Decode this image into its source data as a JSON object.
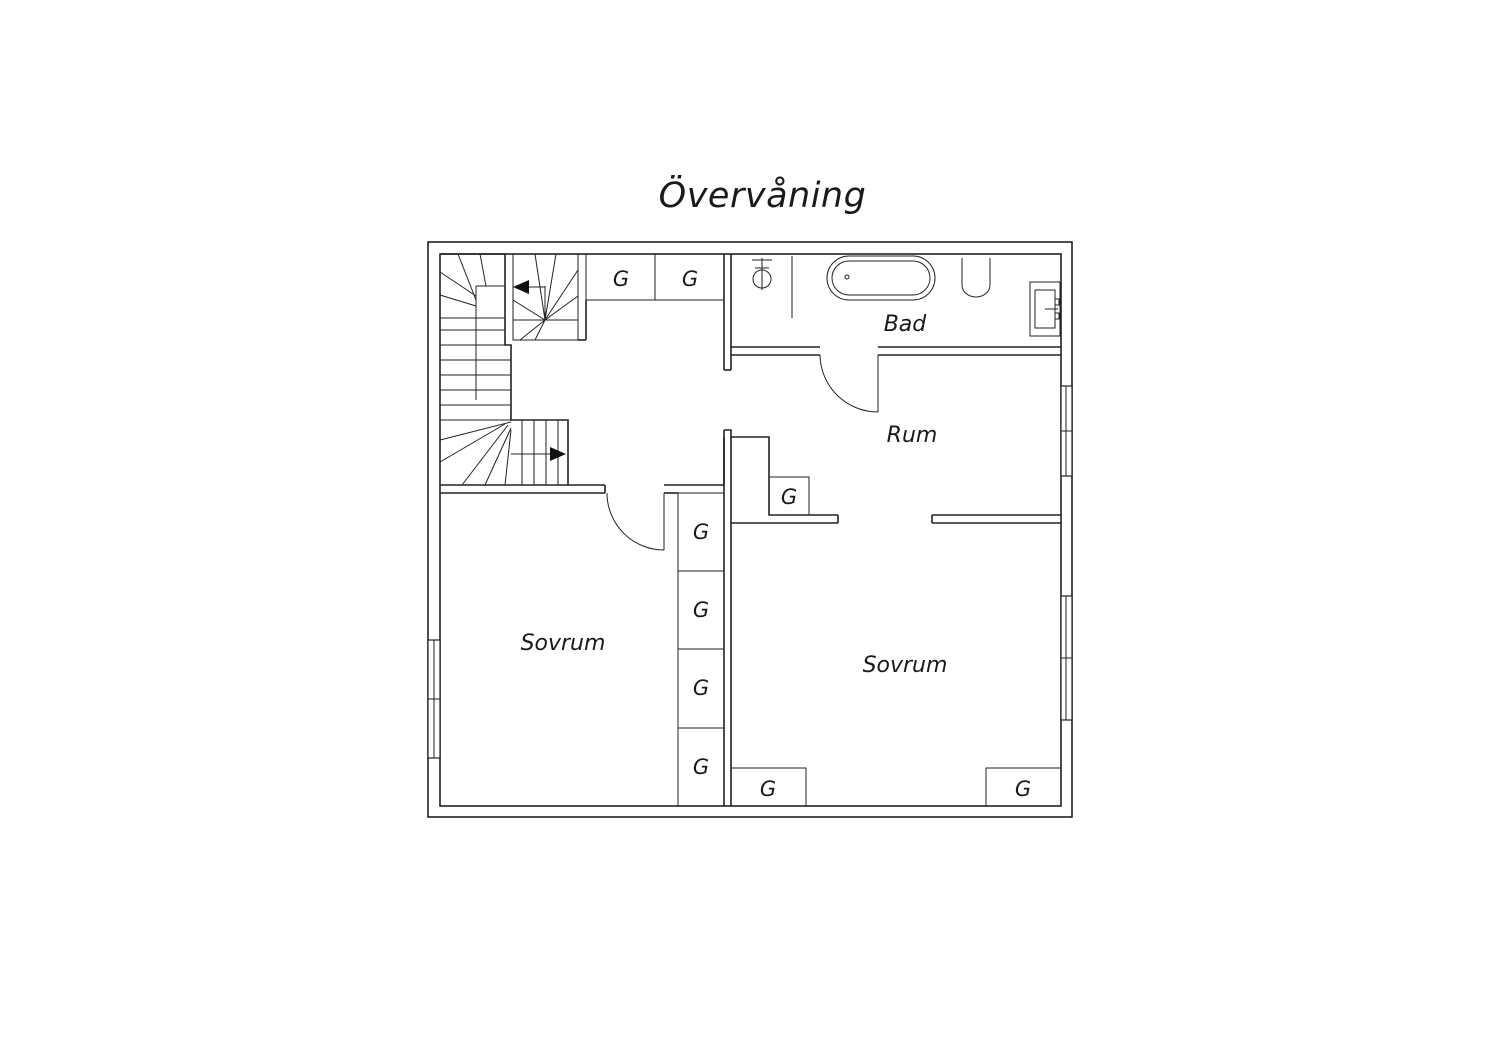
{
  "title": "Övervåning",
  "rooms": {
    "bad": "Bad",
    "rum": "Rum",
    "sovrum_left": "Sovrum",
    "sovrum_right": "Sovrum"
  },
  "closet_label": "G",
  "closets": [
    "G",
    "G",
    "G",
    "G",
    "G",
    "G",
    "G",
    "G",
    "G"
  ],
  "colors": {
    "line": "#222222",
    "background": "#ffffff"
  }
}
